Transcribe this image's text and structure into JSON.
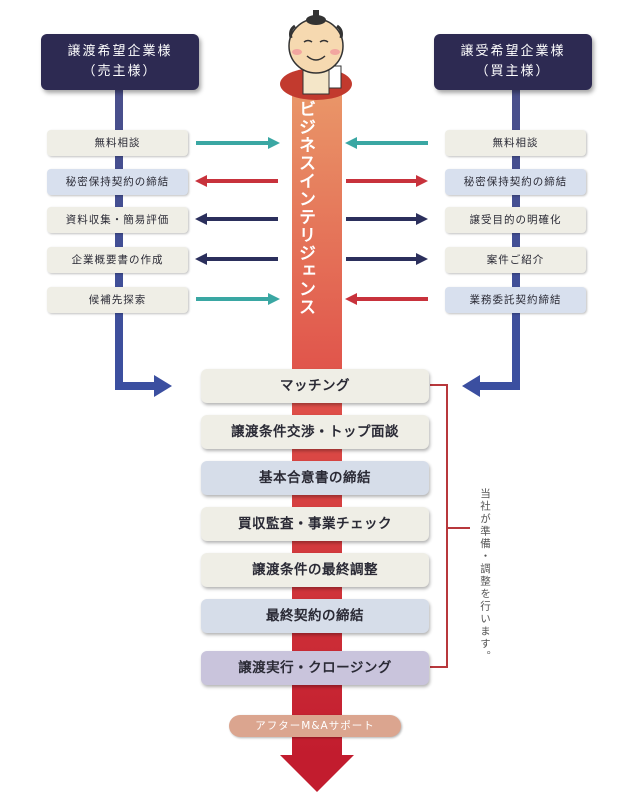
{
  "seller_header": {
    "line1": "譲渡希望企業様",
    "line2": "（売主様）"
  },
  "buyer_header": {
    "line1": "譲受希望企業様",
    "line2": "（買主様）"
  },
  "center_label": "ビジネスインテリジェンス",
  "seller_items": [
    "無料相談",
    "秘密保持契約の締結",
    "資料収集・簡易評価",
    "企業概要書の作成",
    "候補先探索"
  ],
  "buyer_items": [
    "無料相談",
    "秘密保持契約の締結",
    "譲受目的の明確化",
    "案件ご紹介",
    "業務委託契約締結"
  ],
  "steps": [
    "マッチング",
    "譲渡条件交渉・トップ面談",
    "基本合意書の締結",
    "買収監査・事業チェック",
    "譲渡条件の最終調整",
    "最終契約の締結",
    "譲渡実行・クロージング"
  ],
  "after_label": "アフターM&Aサポート",
  "side_note": "当社が準備・調整を行います。",
  "colors": {
    "navy": "#2d2a52",
    "teal": "#3aa7a3",
    "red": "#c8323c",
    "dark_navy": "#2b2f5c",
    "arrow_red": "#c52433",
    "bracket": "#b8383c"
  }
}
